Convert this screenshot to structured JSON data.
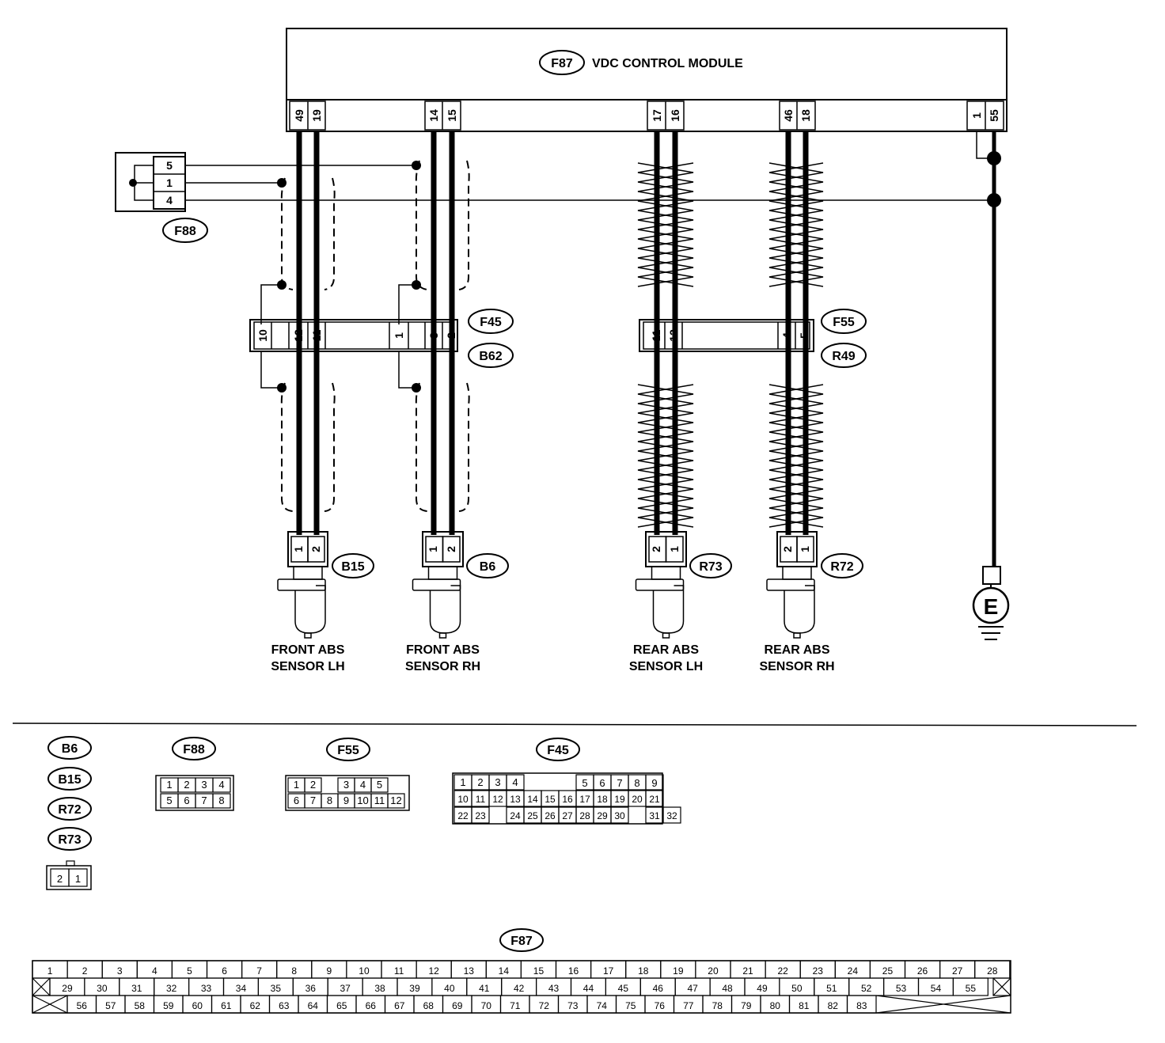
{
  "module": {
    "badge": "F87",
    "title": "VDC CONTROL MODULE",
    "pins": [
      "49",
      "19",
      "14",
      "15",
      "17",
      "16",
      "46",
      "18",
      "1",
      "55"
    ]
  },
  "f88": {
    "badge": "F88",
    "pins": [
      "5",
      "1",
      "4"
    ]
  },
  "junctions": {
    "f45_badge": "F45",
    "b62_badge": "B62",
    "f45_pins": [
      "10",
      "12",
      "11",
      "1",
      "3",
      "2"
    ],
    "f55_badge": "F55",
    "r49_badge": "R49",
    "f55_pins": [
      "11",
      "12",
      "4",
      "5"
    ]
  },
  "sensors": [
    {
      "badge": "B15",
      "pins": [
        "1",
        "2"
      ],
      "line1": "FRONT ABS",
      "line2": "SENSOR LH"
    },
    {
      "badge": "B6",
      "pins": [
        "1",
        "2"
      ],
      "line1": "FRONT ABS",
      "line2": "SENSOR RH"
    },
    {
      "badge": "R73",
      "pins": [
        "2",
        "1"
      ],
      "line1": "REAR ABS",
      "line2": "SENSOR LH"
    },
    {
      "badge": "R72",
      "pins": [
        "2",
        "1"
      ],
      "line1": "REAR ABS",
      "line2": "SENSOR RH"
    }
  ],
  "ground": {
    "label": "E"
  },
  "legend": {
    "sensor_badges": [
      "B6",
      "B15",
      "R72",
      "R73"
    ],
    "sensor_conn": [
      "2",
      "1"
    ],
    "f88": {
      "badge": "F88",
      "row1": [
        "1",
        "2",
        "3",
        "4"
      ],
      "row2": [
        "5",
        "6",
        "7",
        "8"
      ]
    },
    "f55": {
      "badge": "F55",
      "row1": [
        "1",
        "2",
        "",
        "3",
        "4",
        "5"
      ],
      "row2": [
        "6",
        "7",
        "8",
        "9",
        "10",
        "11",
        "12"
      ]
    },
    "f45": {
      "badge": "F45",
      "row1": [
        "1",
        "2",
        "3",
        "4",
        "",
        "5",
        "6",
        "7",
        "8",
        "9"
      ],
      "row2": [
        "10",
        "11",
        "12",
        "13",
        "14",
        "15",
        "16",
        "17",
        "18",
        "19",
        "20",
        "21"
      ],
      "row3": [
        "22",
        "23",
        "",
        "24",
        "25",
        "26",
        "27",
        "28",
        "29",
        "30",
        "",
        "31",
        "32"
      ]
    },
    "f87": {
      "badge": "F87",
      "row1": [
        "1",
        "2",
        "3",
        "4",
        "5",
        "6",
        "7",
        "8",
        "9",
        "10",
        "11",
        "12",
        "13",
        "14",
        "15",
        "16",
        "17",
        "18",
        "19",
        "20",
        "21",
        "22",
        "23",
        "24",
        "25",
        "26",
        "27",
        "28"
      ],
      "row2": [
        "29",
        "30",
        "31",
        "32",
        "33",
        "34",
        "35",
        "36",
        "37",
        "38",
        "39",
        "40",
        "41",
        "42",
        "43",
        "44",
        "45",
        "46",
        "47",
        "48",
        "49",
        "50",
        "51",
        "52",
        "53",
        "54",
        "55"
      ],
      "row3": [
        "56",
        "57",
        "58",
        "59",
        "60",
        "61",
        "62",
        "63",
        "64",
        "65",
        "66",
        "67",
        "68",
        "69",
        "70",
        "71",
        "72",
        "73",
        "74",
        "75",
        "76",
        "77",
        "78",
        "79",
        "80",
        "81",
        "82",
        "83"
      ]
    }
  }
}
